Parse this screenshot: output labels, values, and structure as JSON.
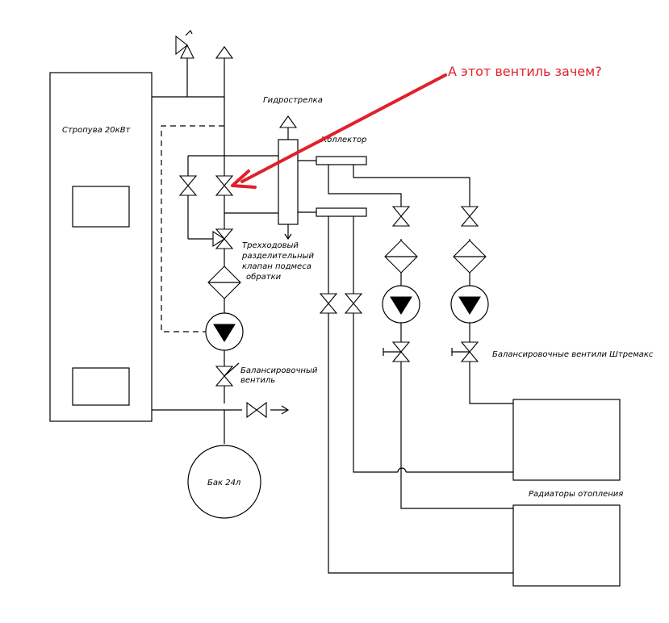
{
  "labels": {
    "boiler": "Стропува 20кВт",
    "hydro_separator": "Гидрострелка",
    "collector": "Коллектор",
    "three_way_valve": [
      "Трехходовый",
      "разделительный",
      "клапан подмеса",
      "обратки"
    ],
    "balancing_valve": [
      "Балансировочный",
      "вентиль"
    ],
    "tank": "Бак 24л",
    "balancing_valves_group": "Балансировочные вентили Штремакс",
    "radiators": "Радиаторы отопления"
  },
  "annotation": {
    "text": "А этот вентиль зачем?",
    "color": "#e0202a"
  }
}
